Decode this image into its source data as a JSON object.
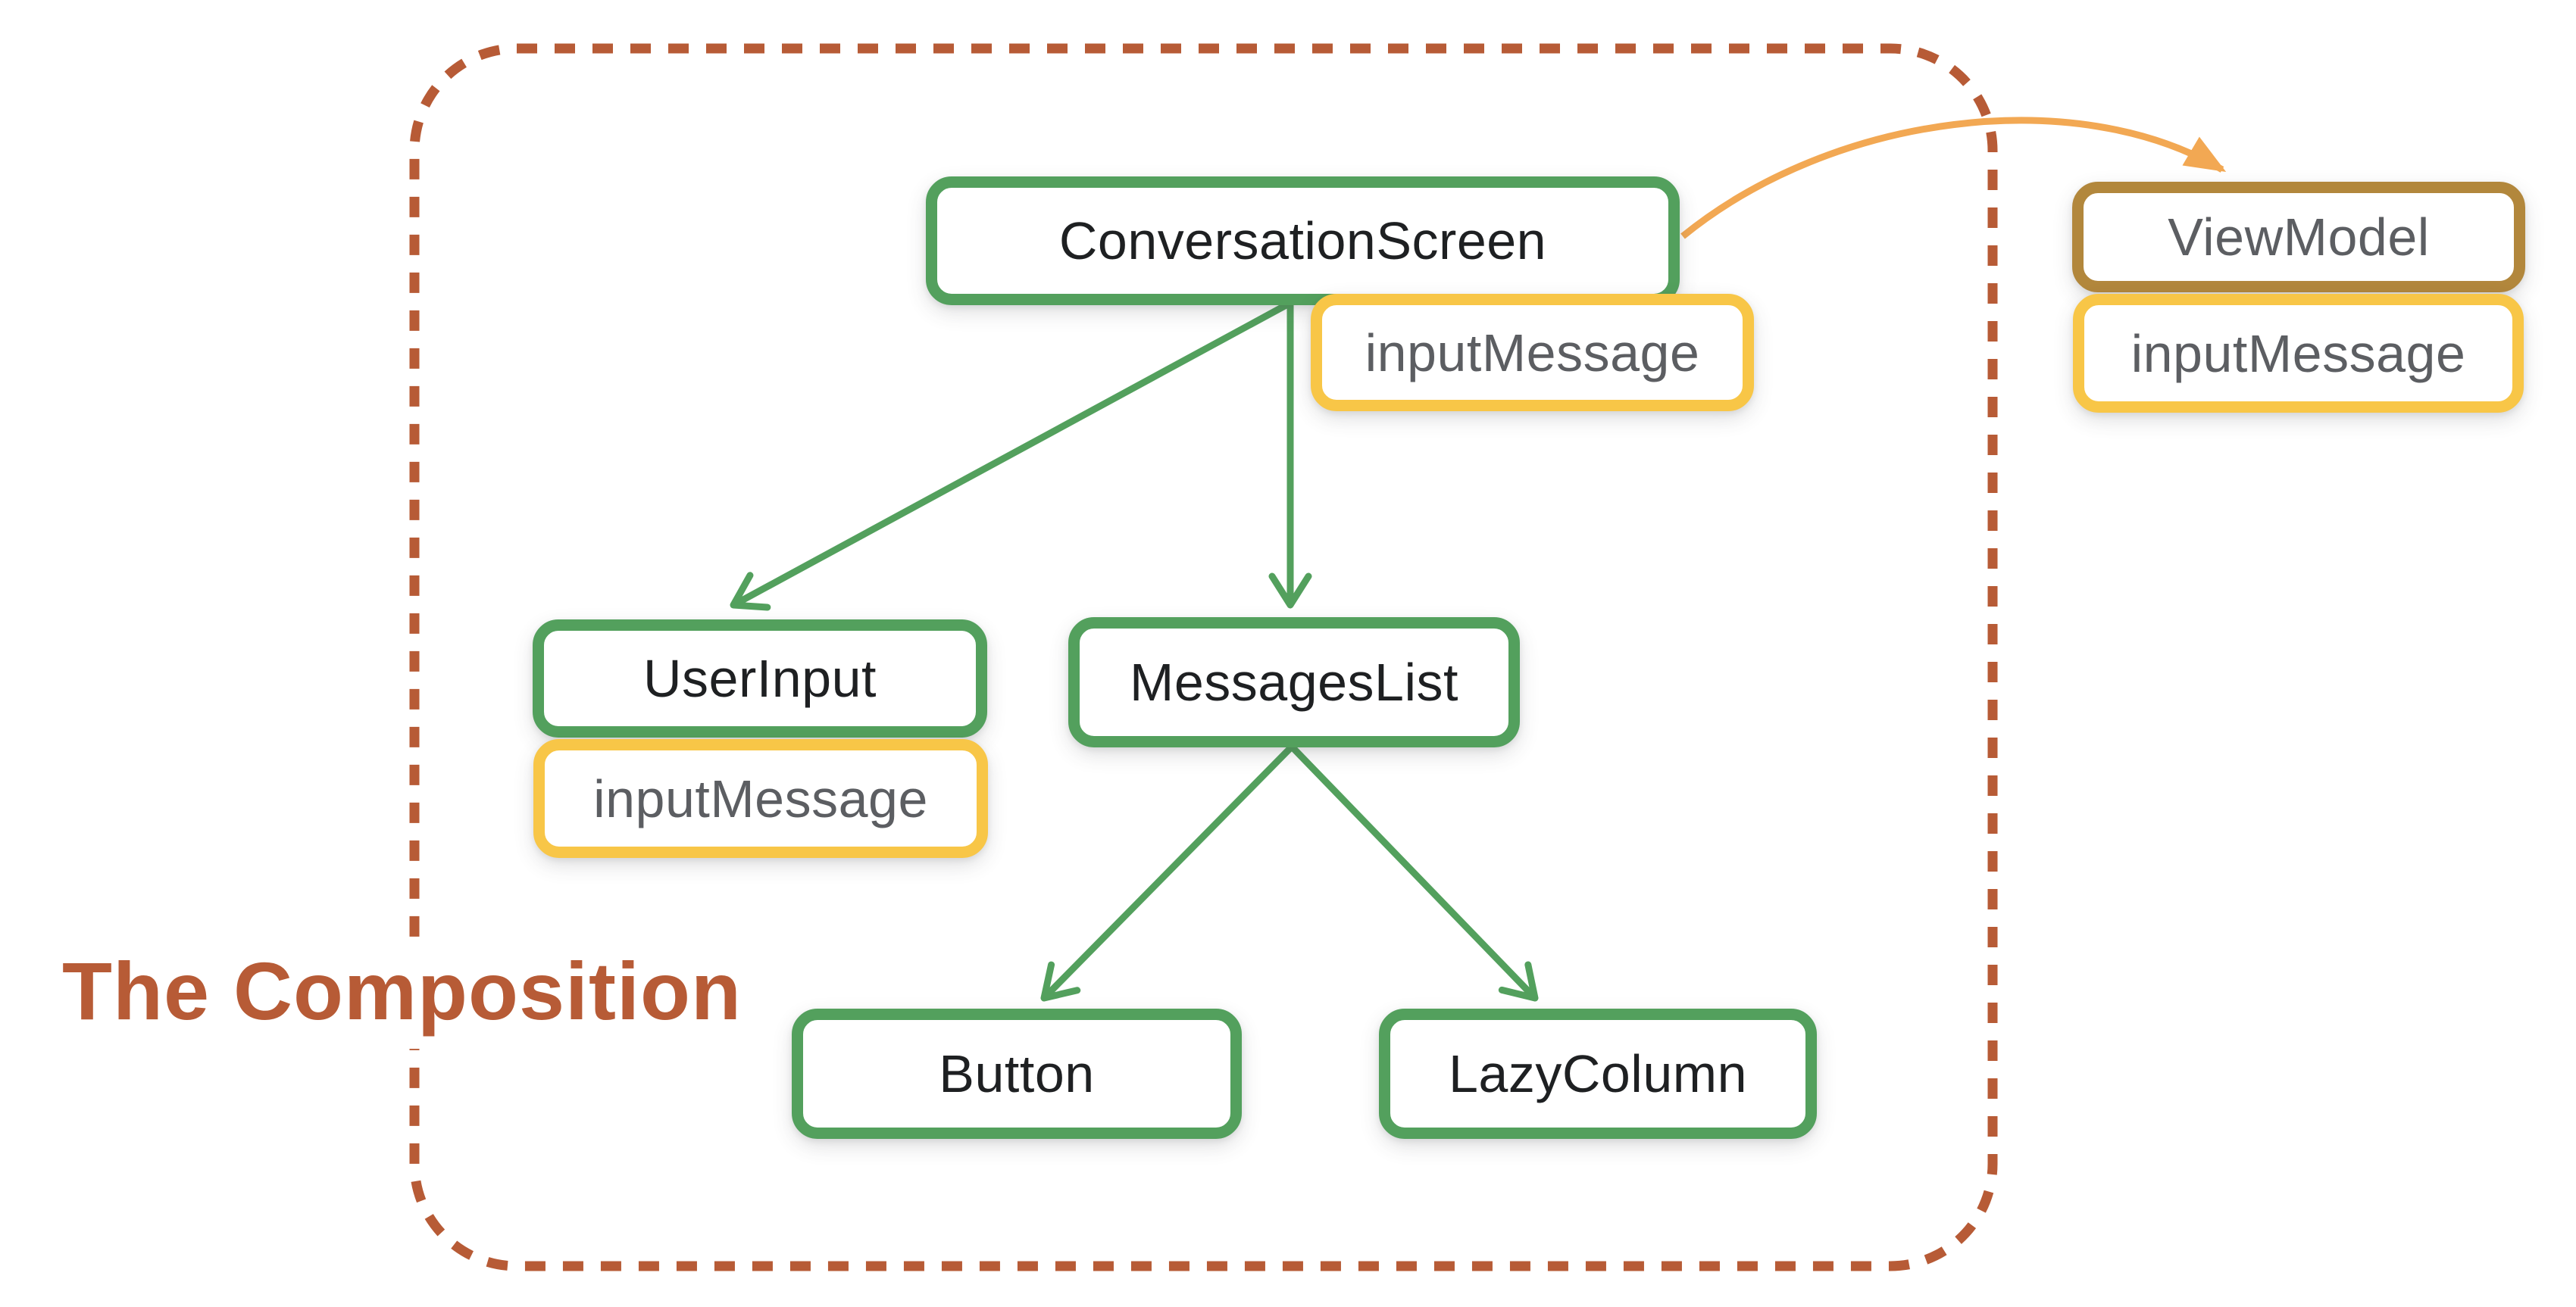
{
  "title": "The Composition",
  "nodes": {
    "conversation_screen": {
      "label": "ConversationScreen"
    },
    "input_message_cs": {
      "label": "inputMessage"
    },
    "user_input": {
      "label": "UserInput"
    },
    "input_message_ui": {
      "label": "inputMessage"
    },
    "messages_list": {
      "label": "MessagesList"
    },
    "button": {
      "label": "Button"
    },
    "lazy_column": {
      "label": "LazyColumn"
    },
    "view_model": {
      "label": "ViewModel"
    },
    "input_message_vm": {
      "label": "inputMessage"
    }
  },
  "colors": {
    "composable_border": "#53a05d",
    "state_border": "#f8c647",
    "viewmodel_border": "#b2873c",
    "arrow_green": "#53a05d",
    "arrow_orange": "#f2a853",
    "boundary": "#b75b36",
    "title_text": "#b75b36",
    "node_text": "#1e2022",
    "state_text": "#5c5e62"
  }
}
